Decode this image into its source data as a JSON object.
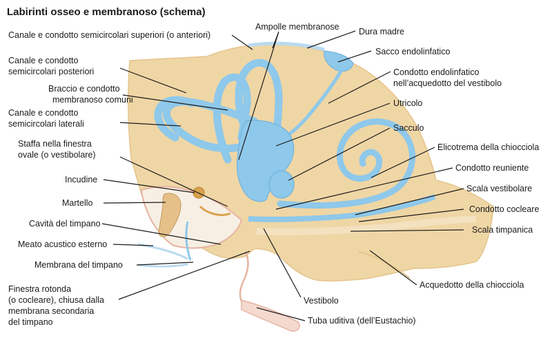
{
  "title": "Labirinti osseo e membranoso (schema)",
  "colors": {
    "bone": "#efd6a5",
    "bone_edge": "#e4c48c",
    "membrane": "#8ec8ea",
    "membrane_dark": "#6fb3de",
    "tympanic": "#e6b3a0",
    "incus": "#d9a24c",
    "background": "#ffffff",
    "text": "#1a1a1a"
  },
  "labels": {
    "canale_superiore": "Canale e condotto semicircolari superiori (o anteriori)",
    "ampolle": "Ampolle membranose",
    "dura_madre": "Dura madre",
    "sacco_endolinfatico": "Sacco endolinfatico",
    "condotto_endolinfatico_1": "Condotto endolinfatico",
    "condotto_endolinfatico_2": "nell’acquedotto del vestibolo",
    "canale_posteriore_1": "Canale e condotto",
    "canale_posteriore_2": "semicircolari posteriori",
    "braccio_1": "Braccio e condotto",
    "braccio_2": "membranoso comuni",
    "canale_laterale_1": "Canale e condotto",
    "canale_laterale_2": "semicircolari laterali",
    "utricolo": "Utricolo",
    "sacculo": "Sacculo",
    "staffa_1": "Staffa nella finestra",
    "staffa_2": "ovale (o vestibolare)",
    "elicotrema": "Elicotrema della chiocciola",
    "condotto_reuniente": "Condotto reuniente",
    "incudine": "Incudine",
    "scala_vestibolare": "Scala vestibolare",
    "martello": "Martello",
    "condotto_cocleare": "Condotto cocleare",
    "cavita_timpano": "Cavità del timpano",
    "scala_timpanica": "Scala timpanica",
    "meato": "Meato acustico esterno",
    "membrana_timpano": "Membrana del timpano",
    "acquedotto_chiocciola": "Acquedotto della chiocciola",
    "finestra_rotonda_1": "Finestra rotonda",
    "finestra_rotonda_2": "(o cocleare), chiusa dalla",
    "finestra_rotonda_3": "membrana secondaria",
    "finestra_rotonda_4": "del timpano",
    "vestibolo": "Vestibolo",
    "tuba": "Tuba uditiva (dell’Eustachio)"
  }
}
